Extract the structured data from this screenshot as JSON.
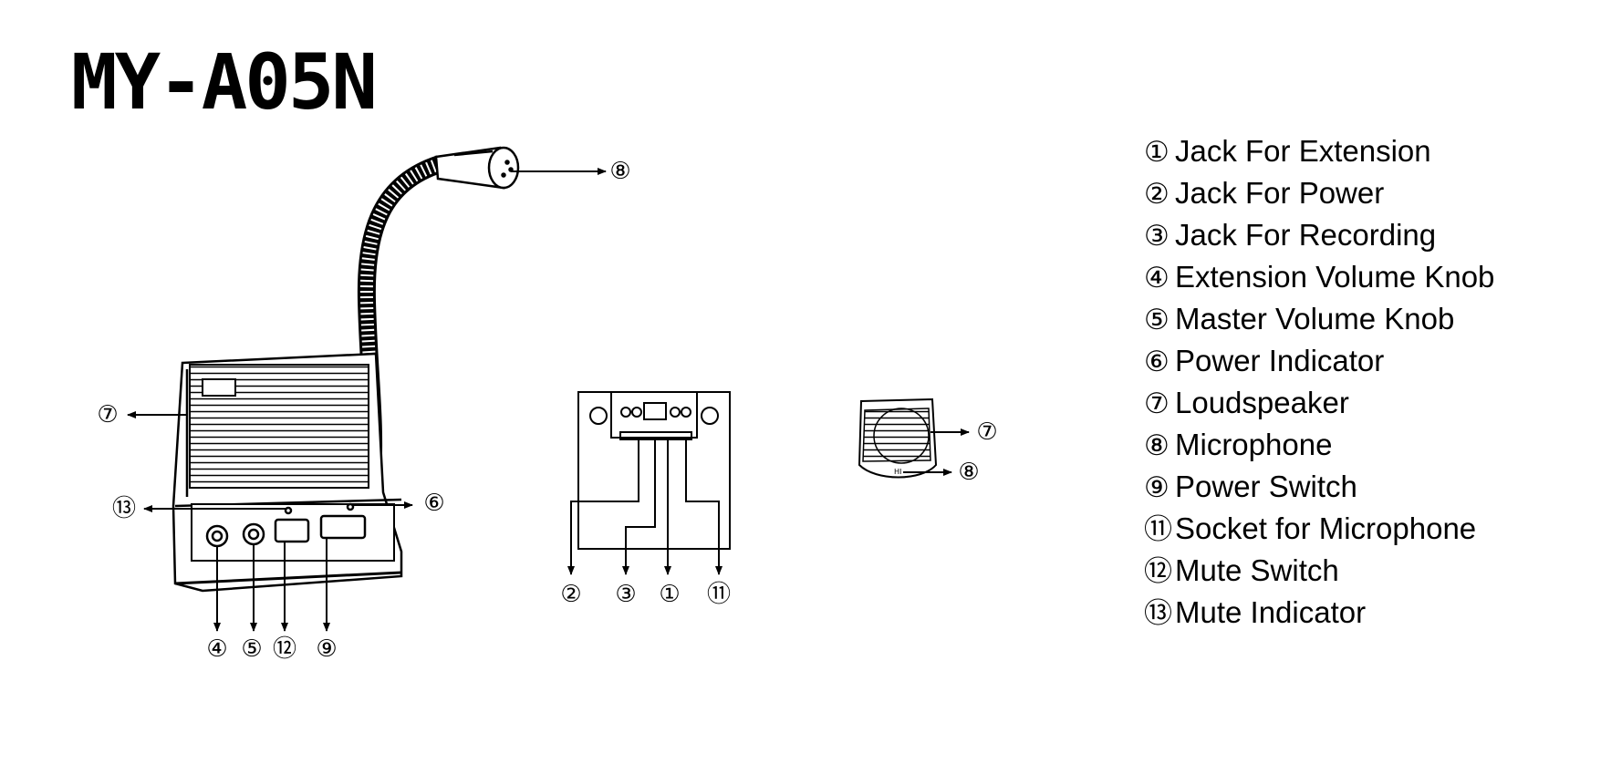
{
  "title": "MY-A05N",
  "callouts": [
    "⑦",
    "⑧",
    "⑬",
    "⑥",
    "④",
    "⑤",
    "⑫",
    "⑨",
    "②",
    "③",
    "①",
    "⑪",
    "⑦",
    "⑧"
  ],
  "legend": [
    {
      "num": "①",
      "text": "Jack For Extension"
    },
    {
      "num": "②",
      "text": "Jack For Power"
    },
    {
      "num": "③",
      "text": "Jack For Recording"
    },
    {
      "num": "④",
      "text": "Extension Volume Knob"
    },
    {
      "num": "⑤",
      "text": "Master Volume Knob"
    },
    {
      "num": "⑥",
      "text": "Power Indicator"
    },
    {
      "num": "⑦",
      "text": "Loudspeaker"
    },
    {
      "num": "⑧",
      "text": "Microphone"
    },
    {
      "num": "⑨",
      "text": "Power Switch"
    },
    {
      "num": "⑪",
      "text": "Socket for Microphone"
    },
    {
      "num": "⑫",
      "text": "Mute Switch"
    },
    {
      "num": "⑬",
      "text": "Mute Indicator"
    }
  ]
}
